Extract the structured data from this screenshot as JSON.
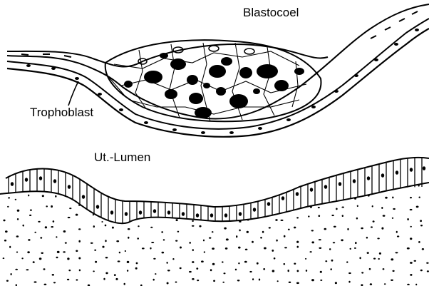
{
  "labels": {
    "blastocoel": "Blastocoel",
    "trophoblast": "Trophoblast",
    "uterine_lumen": "Ut.-Lumen"
  },
  "colors": {
    "ink": "#000000",
    "background": "#ffffff"
  }
}
